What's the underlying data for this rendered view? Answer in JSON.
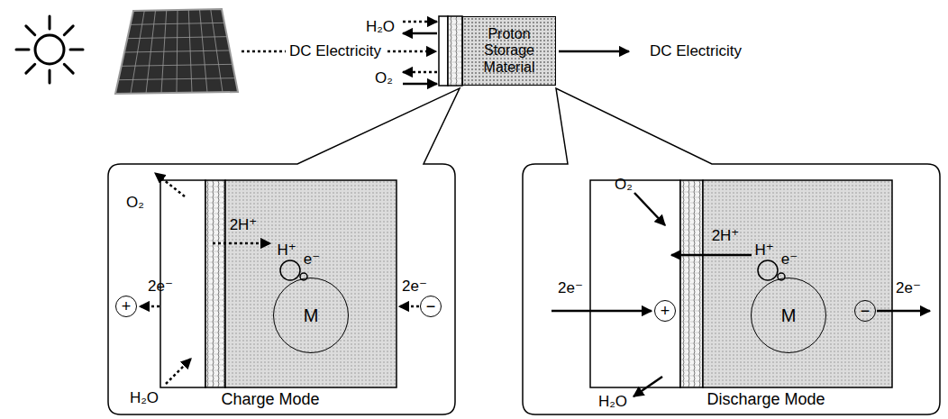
{
  "diagram": {
    "nodes": [
      {
        "text": [
          "Proton Storage Material"
        ]
      },
      {
        "text": [
          "Charge Mode"
        ]
      },
      {
        "text": [
          "+"
        ],
        "in": 1
      },
      {
        "text": [
          "M"
        ],
        "in": 1
      },
      {
        "text": [
          "−"
        ],
        "in": 1
      },
      {
        "text": [
          "Discharge Mode"
        ]
      },
      {
        "text": [
          "+"
        ],
        "in": 5
      },
      {
        "text": [
          "M"
        ],
        "in": 5
      },
      {
        "text": [
          "−"
        ],
        "in": 5
      }
    ],
    "labels": [
      "H₂O",
      "O₂",
      "DC Electricity",
      "DC Electricity",
      "O₂",
      "2e⁻",
      "2H⁺",
      "H⁺",
      "e⁻",
      "2e⁻",
      "H₂O",
      "O₂",
      "2e⁻",
      "2H⁺",
      "H⁺",
      "e⁻",
      "2e⁻",
      "H₂O"
    ]
  }
}
